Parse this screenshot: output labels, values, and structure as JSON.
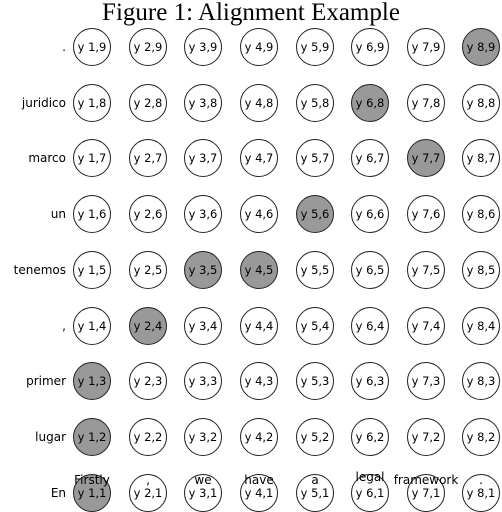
{
  "title": "Figure 1: Alignment Example",
  "source_words": [
    ".",
    "juridico",
    "marco",
    "un",
    "tenemos",
    ",",
    "primer",
    "lugar",
    "En"
  ],
  "target_words": [
    "Firstly",
    ",",
    "we",
    "have",
    "a",
    "legal",
    "framework",
    "."
  ],
  "node_label_prefix": "y",
  "cells": [
    [
      "y 1,9",
      "y 2,9",
      "y 3,9",
      "y 4,9",
      "y 5,9",
      "y 6,9",
      "y 7,9",
      "y 8,9"
    ],
    [
      "y 1,8",
      "y 2,8",
      "y 3,8",
      "y 4,8",
      "y 5,8",
      "y 6,8",
      "y 7,8",
      "y 8,8"
    ],
    [
      "y 1,7",
      "y 2,7",
      "y 3,7",
      "y 4,7",
      "y 5,7",
      "y 6,7",
      "y 7,7",
      "y 8,7"
    ],
    [
      "y 1,6",
      "y 2,6",
      "y 3,6",
      "y 4,6",
      "y 5,6",
      "y 6,6",
      "y 7,6",
      "y 8,6"
    ],
    [
      "y 1,5",
      "y 2,5",
      "y 3,5",
      "y 4,5",
      "y 5,5",
      "y 6,5",
      "y 7,5",
      "y 8,5"
    ],
    [
      "y 1,4",
      "y 2,4",
      "y 3,4",
      "y 4,4",
      "y 5,4",
      "y 6,4",
      "y 7,4",
      "y 8,4"
    ],
    [
      "y 1,3",
      "y 2,3",
      "y 3,3",
      "y 4,3",
      "y 5,3",
      "y 6,3",
      "y 7,3",
      "y 8,3"
    ],
    [
      "y 1,2",
      "y 2,2",
      "y 3,2",
      "y 4,2",
      "y 5,2",
      "y 6,2",
      "y 7,2",
      "y 8,2"
    ],
    [
      "y 1,1",
      "y 2,1",
      "y 3,1",
      "y 4,1",
      "y 5,1",
      "y 6,1",
      "y 7,1",
      "y 8,1"
    ]
  ],
  "aligned": [
    [
      8,
      9
    ],
    [
      6,
      8
    ],
    [
      7,
      7
    ],
    [
      5,
      6
    ],
    [
      3,
      5
    ],
    [
      4,
      5
    ],
    [
      2,
      4
    ],
    [
      1,
      3
    ],
    [
      1,
      2
    ],
    [
      1,
      1
    ]
  ],
  "colors": {
    "aligned_fill": "#999999",
    "unaligned_fill": "#ffffff",
    "outline": "#222222"
  }
}
